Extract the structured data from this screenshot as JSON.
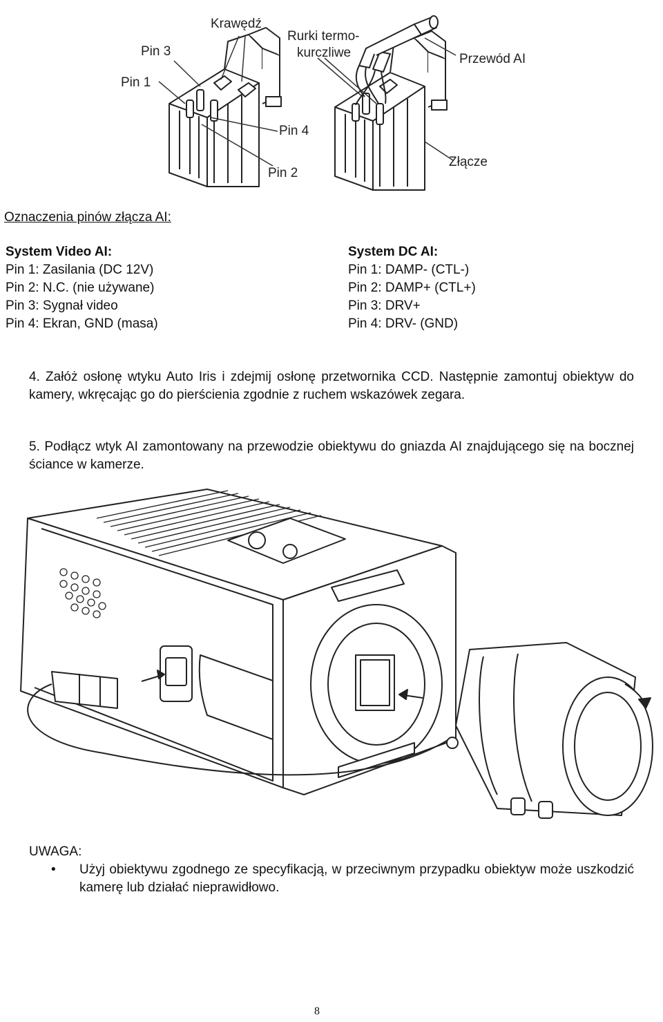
{
  "figure1": {
    "labels": {
      "pin3": "Pin 3",
      "krawedz": "Krawędź",
      "rurki_line1": "Rurki termo-",
      "rurki_line2": "kurczliwe",
      "przewod": "Przewód AI",
      "pin1": "Pin 1",
      "pin4": "Pin 4",
      "pin2": "Pin 2",
      "zlacze": "Złącze"
    }
  },
  "pin_section": {
    "heading": "Oznaczenia pinów złącza AI:",
    "video": {
      "title": "System Video AI:",
      "lines": [
        "Pin 1: Zasilania (DC 12V)",
        "Pin 2: N.C. (nie używane)",
        "Pin 3: Sygnał video",
        "Pin 4: Ekran, GND (masa)"
      ]
    },
    "dc": {
      "title": "System DC AI:",
      "lines": [
        "Pin 1: DAMP- (CTL-)",
        "Pin 2: DAMP+ (CTL+)",
        "Pin 3: DRV+",
        "Pin 4: DRV- (GND)"
      ]
    }
  },
  "steps": {
    "step4": "4. Załóż osłonę wtyku Auto Iris i zdejmij osłonę przetwornika CCD. Następnie zamontuj obiektyw do kamery, wkręcając go do pierścienia zgodnie z ruchem wskazówek zegara.",
    "step5": "5. Podłącz wtyk AI zamontowany na przewodzie obiektywu do gniazda AI znajdującego się na bocznej ściance w kamerze."
  },
  "note": {
    "title": "UWAGA:",
    "bullet": "•",
    "text": "Użyj obiektywu zgodnego ze specyfikacją, w przeciwnym przypadku obiektyw może uszkodzić kamerę lub działać nieprawidłowo."
  },
  "page_number": "8"
}
